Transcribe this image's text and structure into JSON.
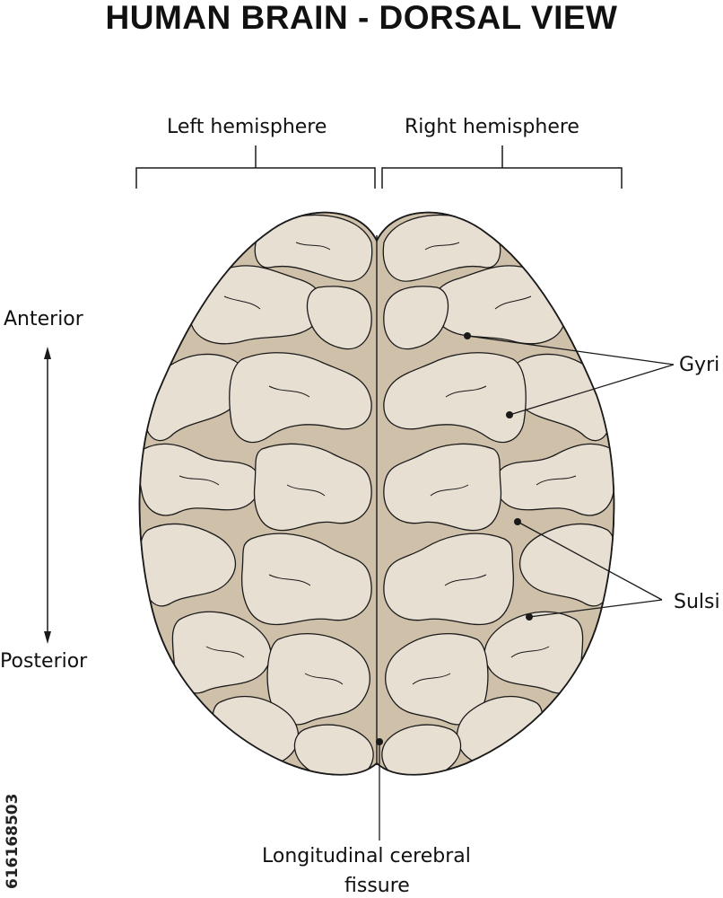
{
  "title": "HUMAN BRAIN - DORSAL VIEW",
  "labels": {
    "left_hemisphere": "Left hemisphere",
    "right_hemisphere": "Right hemisphere",
    "anterior": "Anterior",
    "posterior": "Posterior",
    "gyri": "Gyri",
    "sulsi": "Sulsi",
    "fissure_line1": "Longitudinal cerebral",
    "fissure_line2": "fissure"
  },
  "stock_id": "616168503",
  "colors": {
    "brain_fill": "#e8dfd3",
    "sulcus_fill": "#cfc0aa",
    "outline": "#1a1a1a"
  }
}
